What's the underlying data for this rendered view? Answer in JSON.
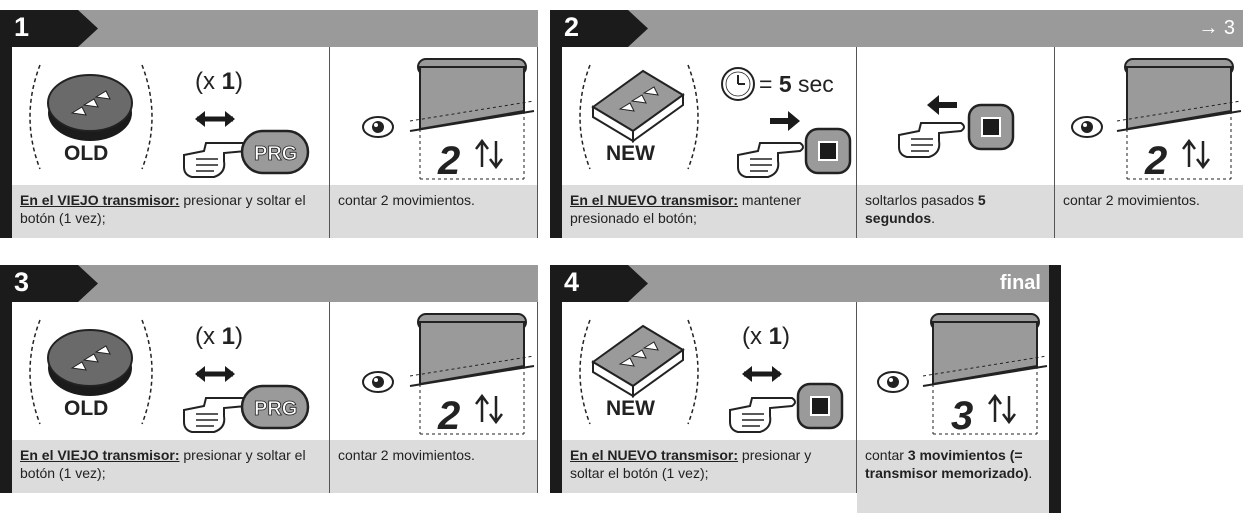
{
  "steps": [
    {
      "number": "1",
      "header_right": "",
      "cells": [
        {
          "kind": "remote",
          "remote_label": "OLD",
          "multiplier_prefix": "(x ",
          "multiplier_num": "1",
          "multiplier_suffix": ")",
          "button_label": "PRG",
          "desc_bold": "En el VIEJO transmisor:",
          "desc_rest": " presionar y soltar el botón (1 vez);"
        },
        {
          "kind": "blind",
          "blind_count": "2",
          "desc_plain": "contar 2 movimientos."
        }
      ]
    },
    {
      "number": "2",
      "header_right": "→ 3",
      "cells": [
        {
          "kind": "remote-timer",
          "remote_label": "NEW",
          "timer_eq": "= ",
          "timer_num": "5",
          "timer_unit": " sec",
          "desc_bold": "En el NUEVO transmisor:",
          "desc_rest": " mante­ner presionado el botón;"
        },
        {
          "kind": "release",
          "desc_pre": "soltarlos pasados ",
          "desc_b1": "5",
          "desc_br": " ",
          "desc_b2": "segundos",
          "desc_post": "."
        },
        {
          "kind": "blind",
          "blind_count": "2",
          "desc_plain": "contar 2 movimien­tos."
        }
      ]
    },
    {
      "number": "3",
      "header_right": "",
      "cells": [
        {
          "kind": "remote",
          "remote_label": "OLD",
          "multiplier_prefix": "(x ",
          "multiplier_num": "1",
          "multiplier_suffix": ")",
          "button_label": "PRG",
          "desc_bold": "En el VIEJO transmisor:",
          "desc_rest": " presionar y soltar el botón (1 vez);"
        },
        {
          "kind": "blind",
          "blind_count": "2",
          "desc_plain": "contar 2 movimientos."
        }
      ]
    },
    {
      "number": "4",
      "header_right": "final",
      "cells": [
        {
          "kind": "remote-new",
          "remote_label": "NEW",
          "multiplier_prefix": "(x ",
          "multiplier_num": "1",
          "multiplier_suffix": ")",
          "desc_bold": "En el NUEVO transmisor:",
          "desc_rest": " presio­nar y soltar el botón (1 vez);"
        },
        {
          "kind": "blind",
          "blind_count": "3",
          "desc_pre": "contar ",
          "desc_b": "3 movimien­tos (= transmisor memorizado)",
          "desc_post": "."
        }
      ]
    }
  ]
}
